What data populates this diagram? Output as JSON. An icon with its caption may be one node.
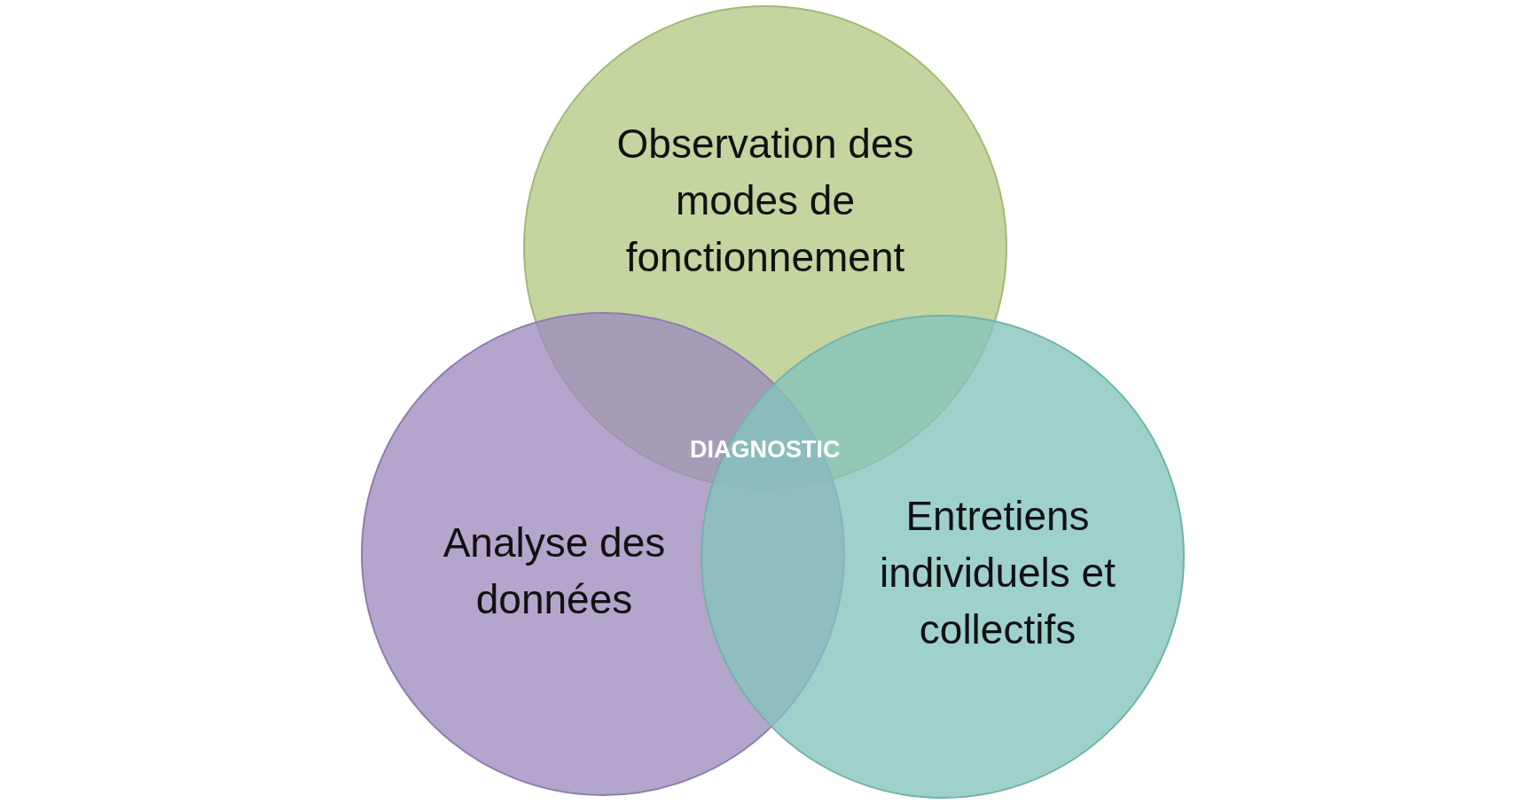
{
  "diagram": {
    "nodes": [
      {
        "text": [
          "Observation des modes de fonctionnement"
        ]
      },
      {
        "text": [
          "Analyse des données"
        ]
      },
      {
        "text": [
          "Entretiens individuels et collectifs"
        ]
      }
    ],
    "labels": [
      "DIAGNOSTIC"
    ]
  }
}
